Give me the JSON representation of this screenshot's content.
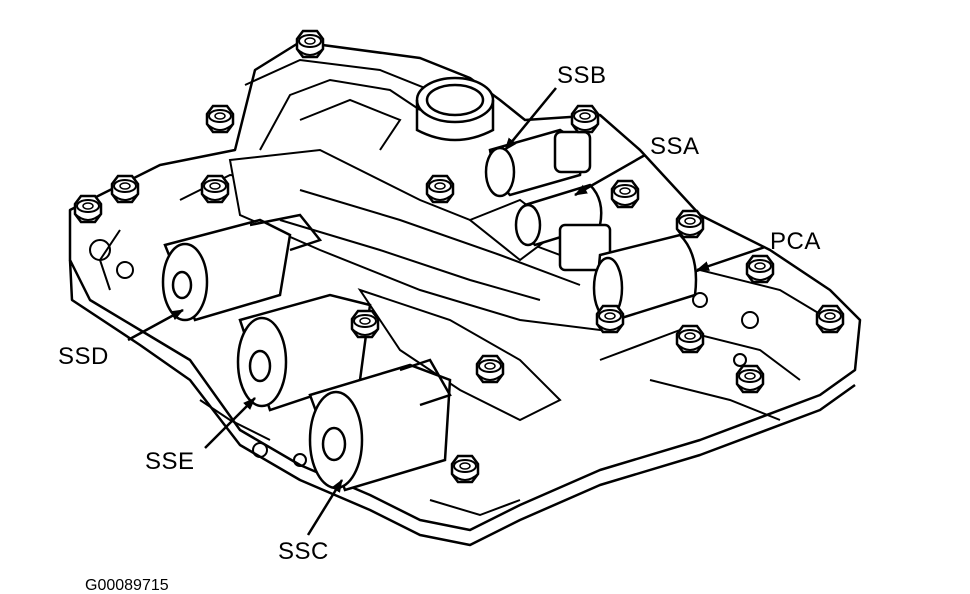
{
  "diagram": {
    "labels": {
      "ssb": "SSB",
      "ssa": "SSA",
      "pca": "PCA",
      "ssd": "SSD",
      "sse": "SSE",
      "ssc": "SSC"
    },
    "figure_id": "G00089715"
  },
  "colors": {
    "ink": "#000000",
    "paper": "#ffffff"
  }
}
